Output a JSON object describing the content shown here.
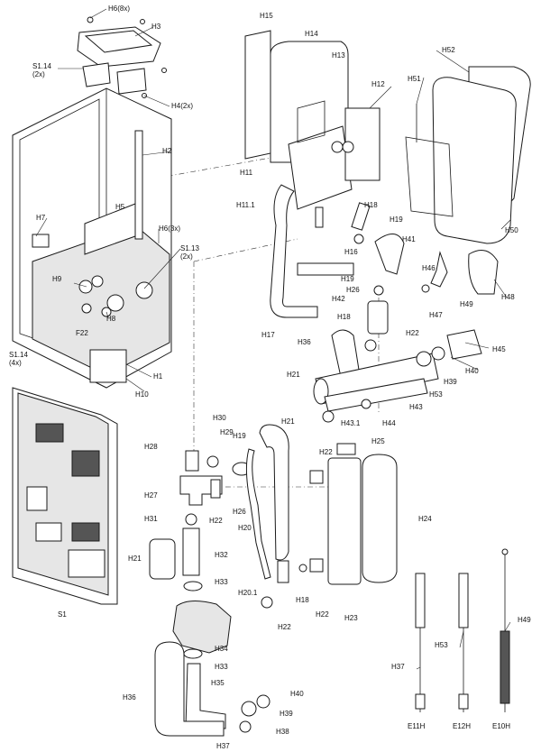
{
  "labels": [
    "H6(8x)",
    "H3",
    "S1.14\n(2x)",
    "H4(2x)",
    "H2",
    "H7",
    "H5",
    "H6(3x)",
    "S1.13\n(2x)",
    "H9",
    "H8",
    "F22",
    "S1.14\n(4x)",
    "H1",
    "H10",
    "H15",
    "H14",
    "H13",
    "H12",
    "H11",
    "H11.1",
    "H18",
    "H19",
    "H41",
    "H16",
    "H17",
    "H19",
    "H26",
    "H42",
    "H18",
    "H36",
    "H22",
    "H21",
    "H43",
    "H53",
    "H43.1",
    "H44",
    "H45",
    "H40",
    "H39",
    "H52",
    "H51",
    "H50",
    "H46",
    "H48",
    "H47",
    "H49",
    "H30",
    "H29",
    "H28",
    "H19",
    "H26",
    "H27",
    "H22",
    "H31",
    "H21",
    "H32",
    "H33",
    "H34",
    "H33",
    "H35",
    "H36",
    "H40",
    "H39",
    "H38",
    "H37",
    "H21",
    "H20",
    "H20.1",
    "H22",
    "H18",
    "H22",
    "H25",
    "H22",
    "H23",
    "H24",
    "S1",
    "H37",
    "H53",
    "H49",
    "E11H",
    "E12H",
    "E10H"
  ]
}
